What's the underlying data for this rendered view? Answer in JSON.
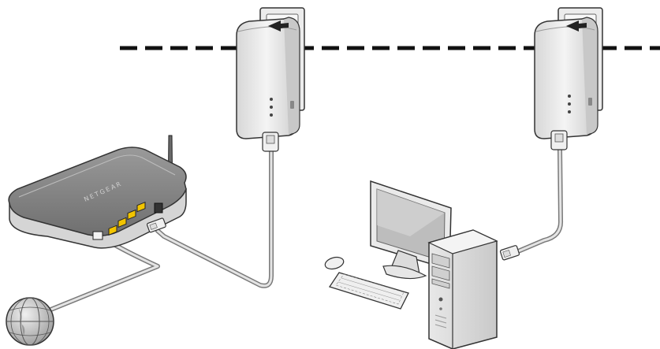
{
  "diagram": {
    "components": {
      "internet": {
        "icon": "globe-icon"
      },
      "router": {
        "icon": "router-icon",
        "lan_ports": 4,
        "brand_mark": "NETGEAR",
        "antenna": true
      },
      "powerline_adapter_1": {
        "icon": "powerline-adapter-icon",
        "leds": 3
      },
      "powerline_adapter_2": {
        "icon": "powerline-adapter-icon",
        "leds": 3
      },
      "computer": {
        "parts": [
          "monitor-icon",
          "keyboard-icon",
          "mouse-icon",
          "tower-icon"
        ]
      },
      "electrical_wiring": {
        "style": "dashed"
      }
    },
    "connections": [
      {
        "from": "internet",
        "to": "router"
      },
      {
        "from": "router",
        "to": "powerline_adapter_1",
        "cable": "ethernet"
      },
      {
        "from": "powerline_adapter_1",
        "to": "powerline_adapter_2",
        "via": "electrical_wiring"
      },
      {
        "from": "powerline_adapter_2",
        "to": "computer",
        "cable": "ethernet"
      }
    ],
    "colors": {
      "device_body": "#e6e6e6",
      "router_top": "#8a8a8a",
      "lan_ports": "#f2c400",
      "cable": "#9a9a9a",
      "wiring": "#111111"
    }
  }
}
